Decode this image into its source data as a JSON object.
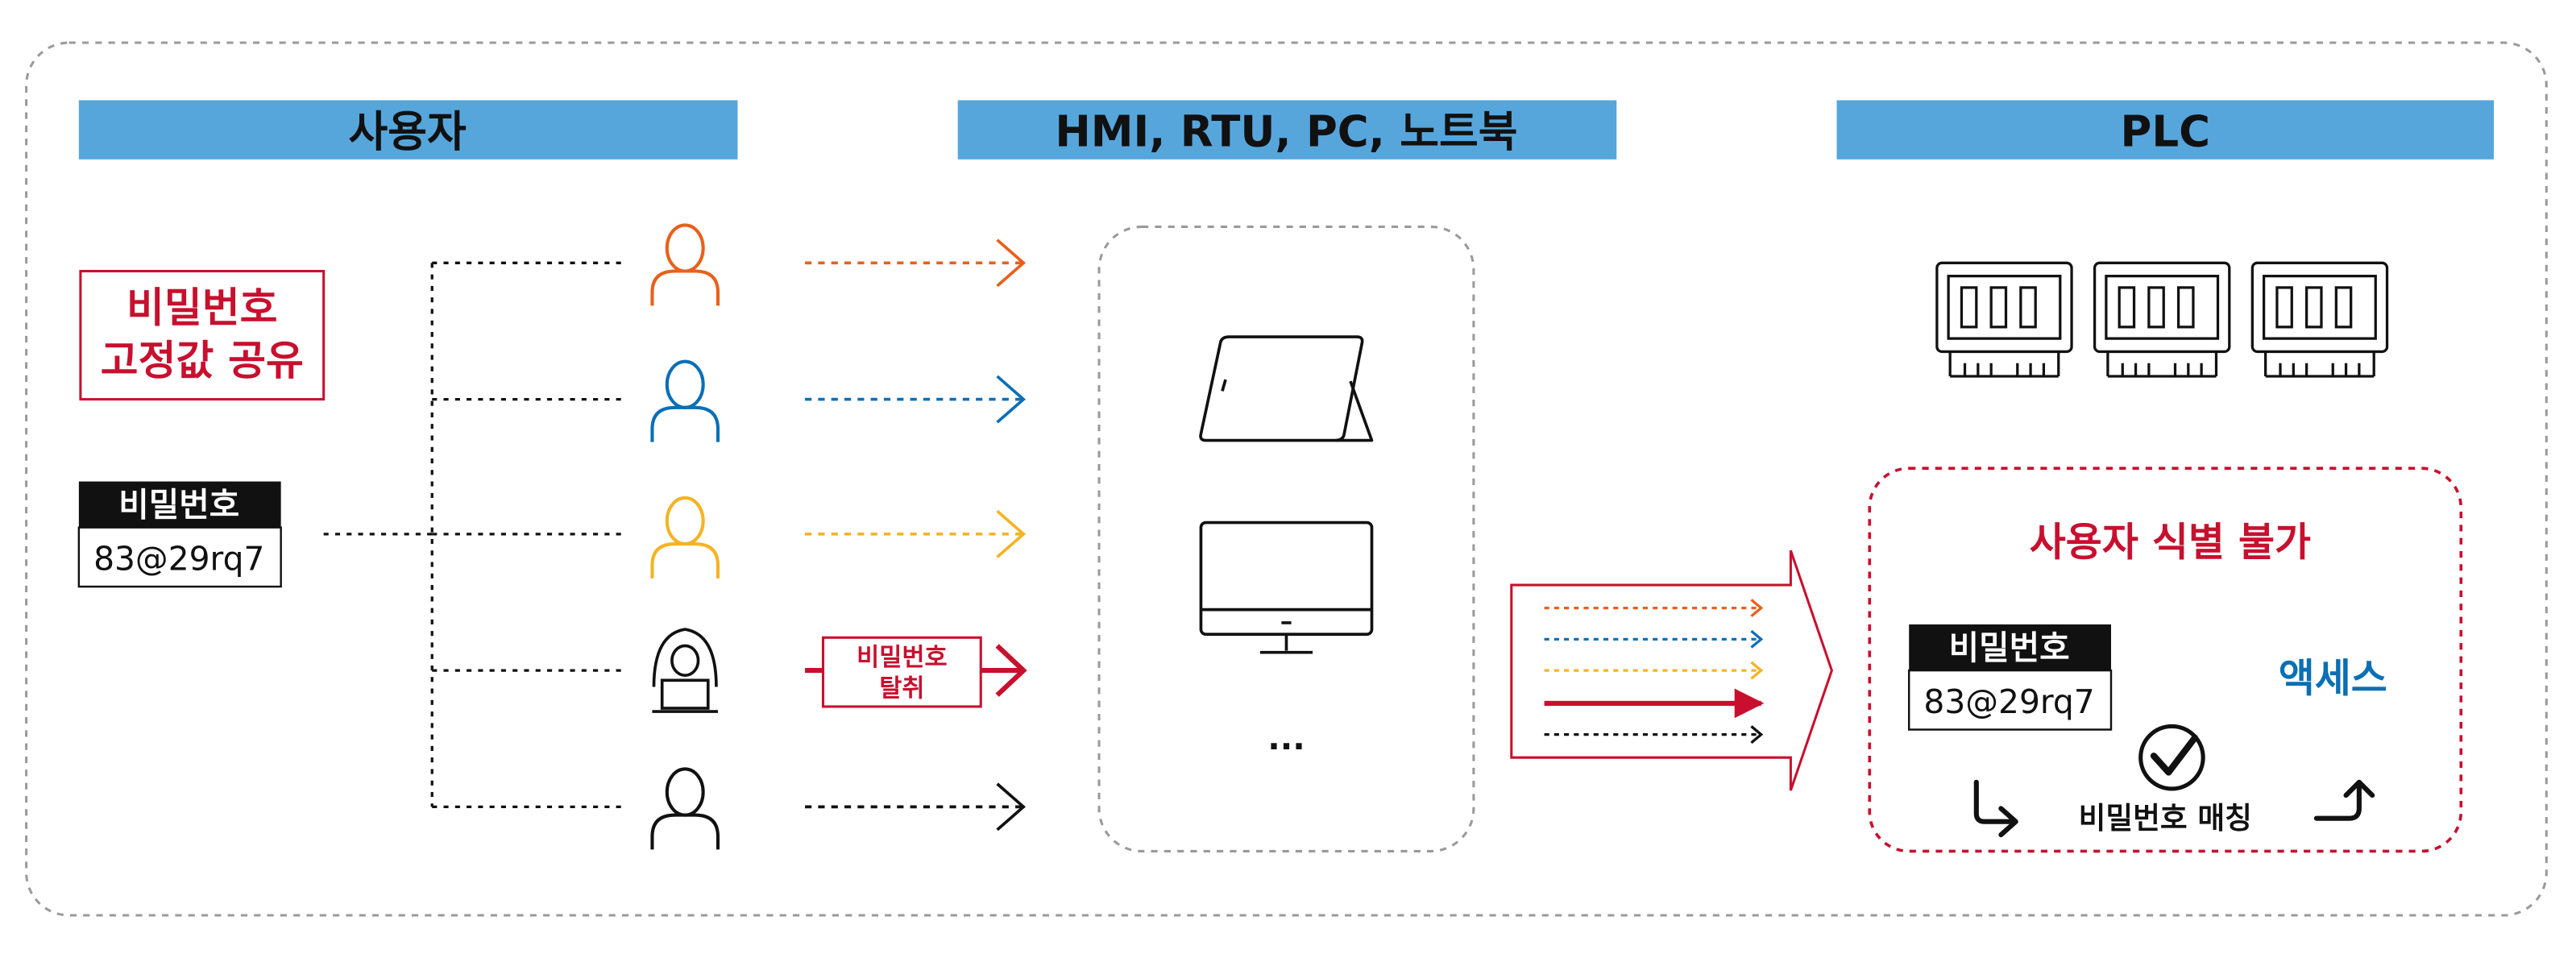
{
  "headers": {
    "user": "사용자",
    "devices": "HMI, RTU, PC, 노트북",
    "plc": "PLC"
  },
  "shared_password_note": {
    "line1": "비밀번호",
    "line2": "고정값 공유"
  },
  "shared_password": {
    "label": "비밀번호",
    "value": "83@29rq7"
  },
  "users": [
    {
      "icon": "person-icon",
      "color": "#e8601c"
    },
    {
      "icon": "person-icon",
      "color": "#0a6fb5"
    },
    {
      "icon": "person-icon",
      "color": "#f5b324"
    },
    {
      "icon": "hacker-icon",
      "color": "#111111"
    },
    {
      "icon": "person-icon",
      "color": "#111111"
    }
  ],
  "steal_label": {
    "line1": "비밀번호",
    "line2": "탈취"
  },
  "devices": {
    "more": "..."
  },
  "plc_panel": {
    "title": "사용자 식별 불가",
    "password_label": "비밀번호",
    "password_value": "83@29rq7",
    "access": "액세스",
    "match": "비밀번호 매칭"
  },
  "colors": {
    "header_bg": "#56a6dc",
    "accent_red": "#c8102e",
    "access_blue": "#0a6fb5"
  }
}
